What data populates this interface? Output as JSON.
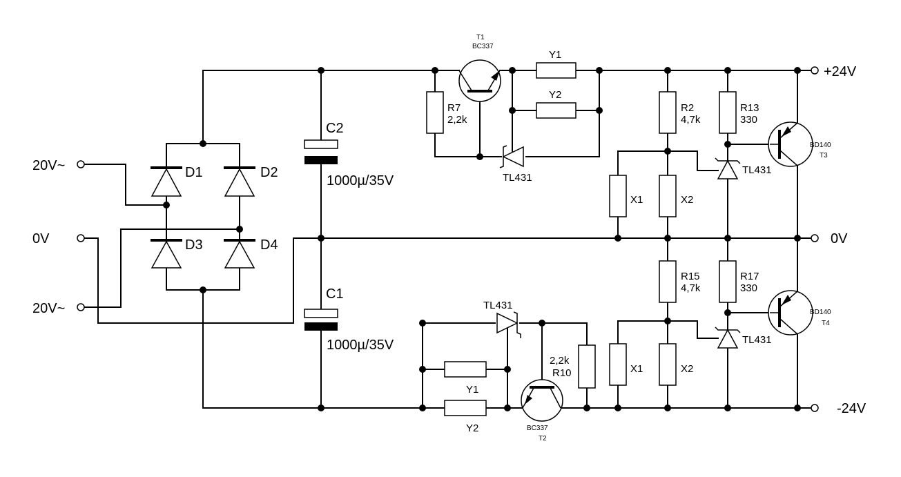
{
  "terminals": {
    "in_ac_top": "20V~",
    "in_zero": "0V",
    "in_ac_bottom": "20V~",
    "out_plus": "+24V",
    "out_zero": "0V",
    "out_minus": "-24V"
  },
  "bridge": {
    "d1": "D1",
    "d2": "D2",
    "d3": "D3",
    "d4": "D4"
  },
  "capacitors": {
    "c2_name": "C2",
    "c2_value": "1000µ/35V",
    "c1_name": "C1",
    "c1_value": "1000µ/35V"
  },
  "upper": {
    "t1_name": "T1",
    "t1_type": "BC337",
    "r7_name": "R7",
    "r7_value": "2,2k",
    "y1": "Y1",
    "y2": "Y2",
    "reg": "TL431",
    "r2_name": "R2",
    "r2_value": "4,7k",
    "r13_name": "R13",
    "r13_value": "330",
    "x1": "X1",
    "x2": "X2",
    "reg2": "TL431",
    "t3_type": "BD140",
    "t3_name": "T3"
  },
  "lower": {
    "reg": "TL431",
    "y1": "Y1",
    "y2": "Y2",
    "r10_value": "2,2k",
    "r10_name": "R10",
    "t2_type": "BC337",
    "t2_name": "T2",
    "r15_name": "R15",
    "r15_value": "4,7k",
    "r17_name": "R17",
    "r17_value": "330",
    "x1": "X1",
    "x2": "X2",
    "reg2": "TL431",
    "t4_type": "BD140",
    "t4_name": "T4"
  }
}
